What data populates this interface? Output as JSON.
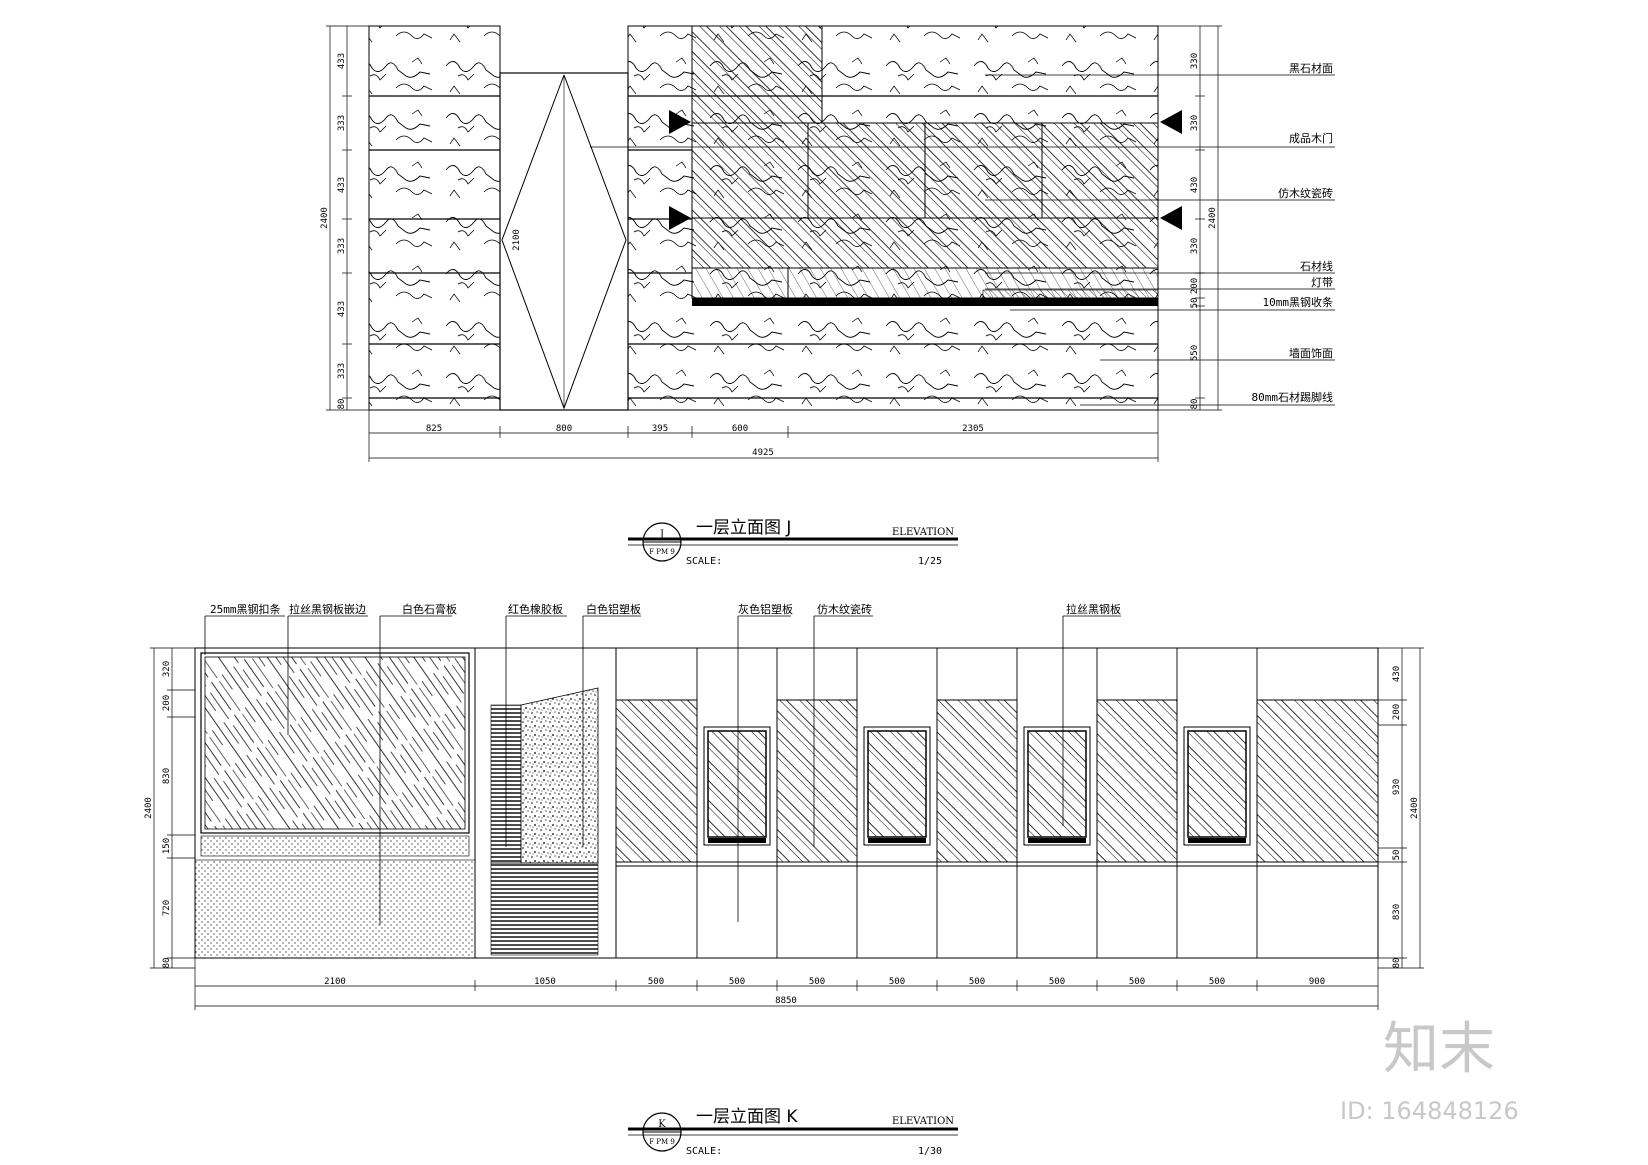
{
  "elevation_j": {
    "title": "一层立面图 J",
    "subtitle": "ELEVATION",
    "symbol_letter": "J",
    "symbol_ref": "F PM 9",
    "scale_label": "SCALE:",
    "scale_value": "1/25",
    "callouts": [
      "黑石材面",
      "成品木门",
      "仿木纹瓷砖",
      "石材线",
      "灯带",
      "10mm黑钢收条",
      "墙面饰面",
      "80mm石材踢脚线"
    ],
    "dims_bottom": [
      "825",
      "800",
      "395",
      "600",
      "2305"
    ],
    "dims_total": "4925",
    "dims_left": [
      "433",
      "333",
      "433",
      "333",
      "433",
      "333",
      "80"
    ],
    "dims_left_total": "2400",
    "door_height": "2100",
    "dims_right": [
      "330",
      "330",
      "430",
      "330",
      "200",
      "50",
      "550",
      "80"
    ],
    "dims_right_total": "2400"
  },
  "elevation_k": {
    "title": "一层立面图 K",
    "subtitle": "ELEVATION",
    "symbol_letter": "K",
    "symbol_ref": "F PM 9",
    "scale_label": "SCALE:",
    "scale_value": "1/30",
    "callouts": [
      "25mm黑钢扣条",
      "拉丝黑钢板嵌边",
      "白色石膏板",
      "红色橡胶板",
      "白色铝塑板",
      "灰色铝塑板",
      "仿木纹瓷砖",
      "拉丝黑钢板"
    ],
    "dims_bottom": [
      "2100",
      "1050",
      "500",
      "500",
      "500",
      "500",
      "500",
      "500",
      "500",
      "500",
      "900"
    ],
    "dims_total": "8850",
    "dims_left": [
      "320",
      "200",
      "830",
      "150",
      "720",
      "80"
    ],
    "dims_left_total": "2400",
    "dims_right": [
      "430",
      "200",
      "930",
      "50",
      "830",
      "80"
    ],
    "dims_right_total": "2400"
  },
  "watermark": {
    "brand": "知末",
    "id": "ID: 164848126"
  }
}
